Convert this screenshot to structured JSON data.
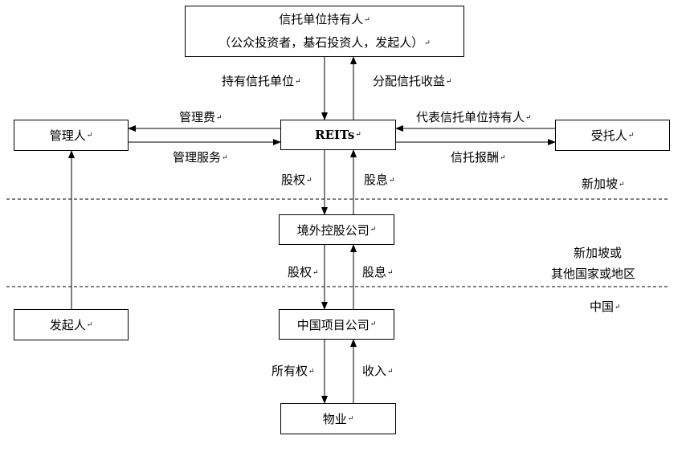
{
  "boxes": {
    "unit_holder_line1": "信托单位持有人",
    "unit_holder_line2": "（公众投资者，基石投资人，发起人）",
    "manager": "管理人",
    "reits": "REITs",
    "trustee": "受托人",
    "offshore_holding": "境外控股公司",
    "china_project": "中国项目公司",
    "property": "物业",
    "sponsor": "发起人"
  },
  "flows": {
    "hold_units": "持有信托单位",
    "distribute_income": "分配信托收益",
    "management_fee": "管理费",
    "management_service": "管理服务",
    "represent_holders": "代表信托单位持有人",
    "trust_fee": "信托报酬",
    "equity_1": "股权",
    "dividend_1": "股息",
    "equity_2": "股权",
    "dividend_2": "股息",
    "ownership": "所有权",
    "revenue": "收入"
  },
  "regions": {
    "singapore": "新加坡",
    "singapore_or_other_line1": "新加坡或",
    "singapore_or_other_line2": "其他国家或地区",
    "china": "中国"
  },
  "paragraph_mark": "↵"
}
